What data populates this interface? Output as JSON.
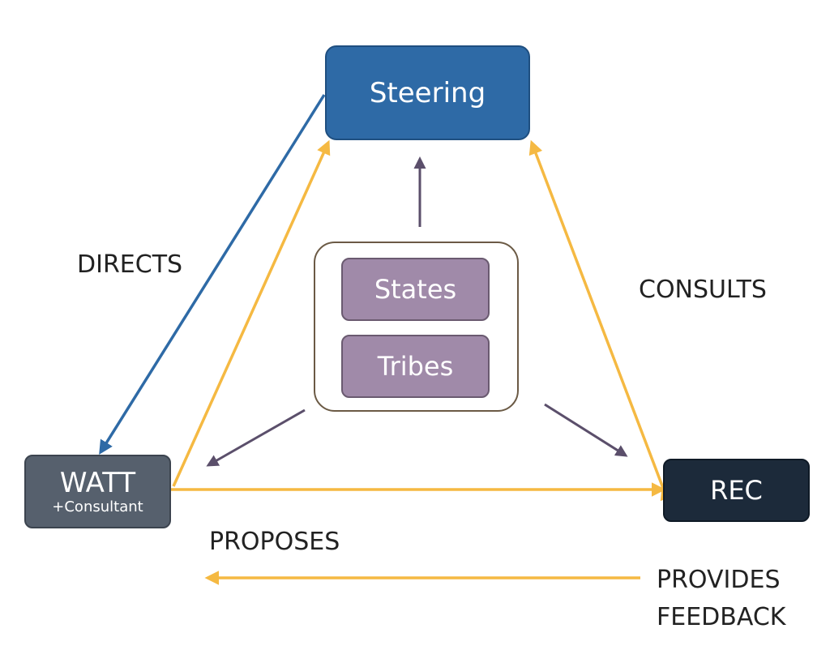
{
  "nodes": {
    "steering": {
      "label": "Steering",
      "color": "#2e6aa6"
    },
    "watt": {
      "label": "WATT",
      "sublabel": "+Consultant",
      "color": "#56606d"
    },
    "rec": {
      "label": "REC",
      "color": "#1c2a3a"
    },
    "group": {
      "members": [
        {
          "label": "States",
          "color": "#a08aa9"
        },
        {
          "label": "Tribes",
          "color": "#a08aa9"
        }
      ]
    }
  },
  "edges": {
    "directs": {
      "label": "DIRECTS",
      "color": "#2e6aa6"
    },
    "consults": {
      "label": "CONSULTS",
      "color": "#f5b942"
    },
    "proposes": {
      "label": "PROPOSES",
      "color": "#f5b942"
    },
    "provides_feedback": {
      "label_line1": "PROVIDES",
      "label_line2": "FEEDBACK",
      "color": "#f5b942"
    },
    "group_influence": {
      "color": "#5b4f6b"
    }
  }
}
